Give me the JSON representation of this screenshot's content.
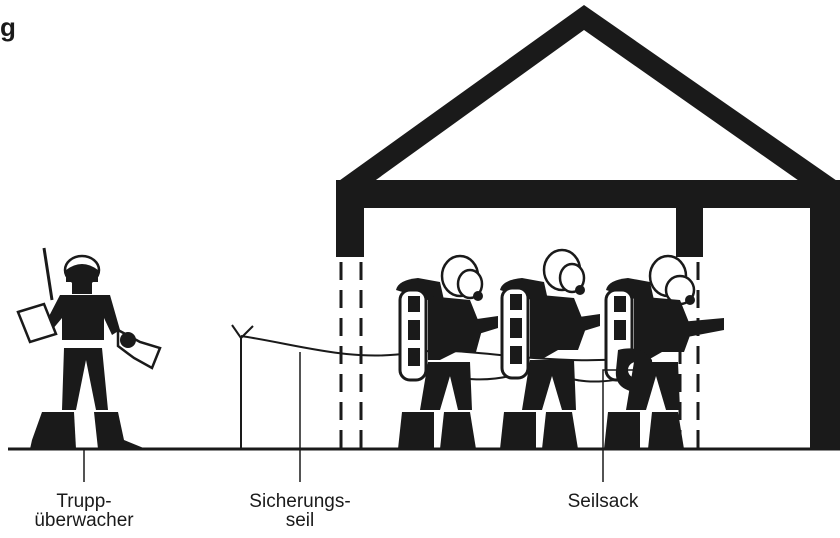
{
  "figure": {
    "corner_letter": "g",
    "labels": {
      "truppueberwacher": [
        "Trupp-",
        "überwacher"
      ],
      "sicherungsseil": [
        "Sicherungs-",
        "seil"
      ],
      "seilsack": [
        "Seilsack"
      ]
    }
  },
  "colors": {
    "ink": "#1a1a1a",
    "paper": "#ffffff"
  }
}
